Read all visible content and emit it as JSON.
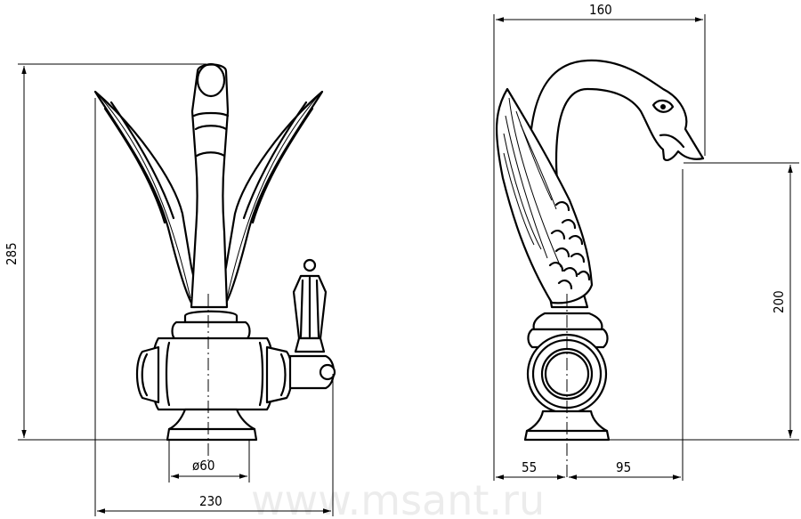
{
  "dimensions": {
    "height_total": "285",
    "base_diameter": "ø60",
    "width_total": "230",
    "side_width": "160",
    "spout_height": "200",
    "base_left": "55",
    "base_right": "95"
  },
  "watermark": "www.msant.ru"
}
